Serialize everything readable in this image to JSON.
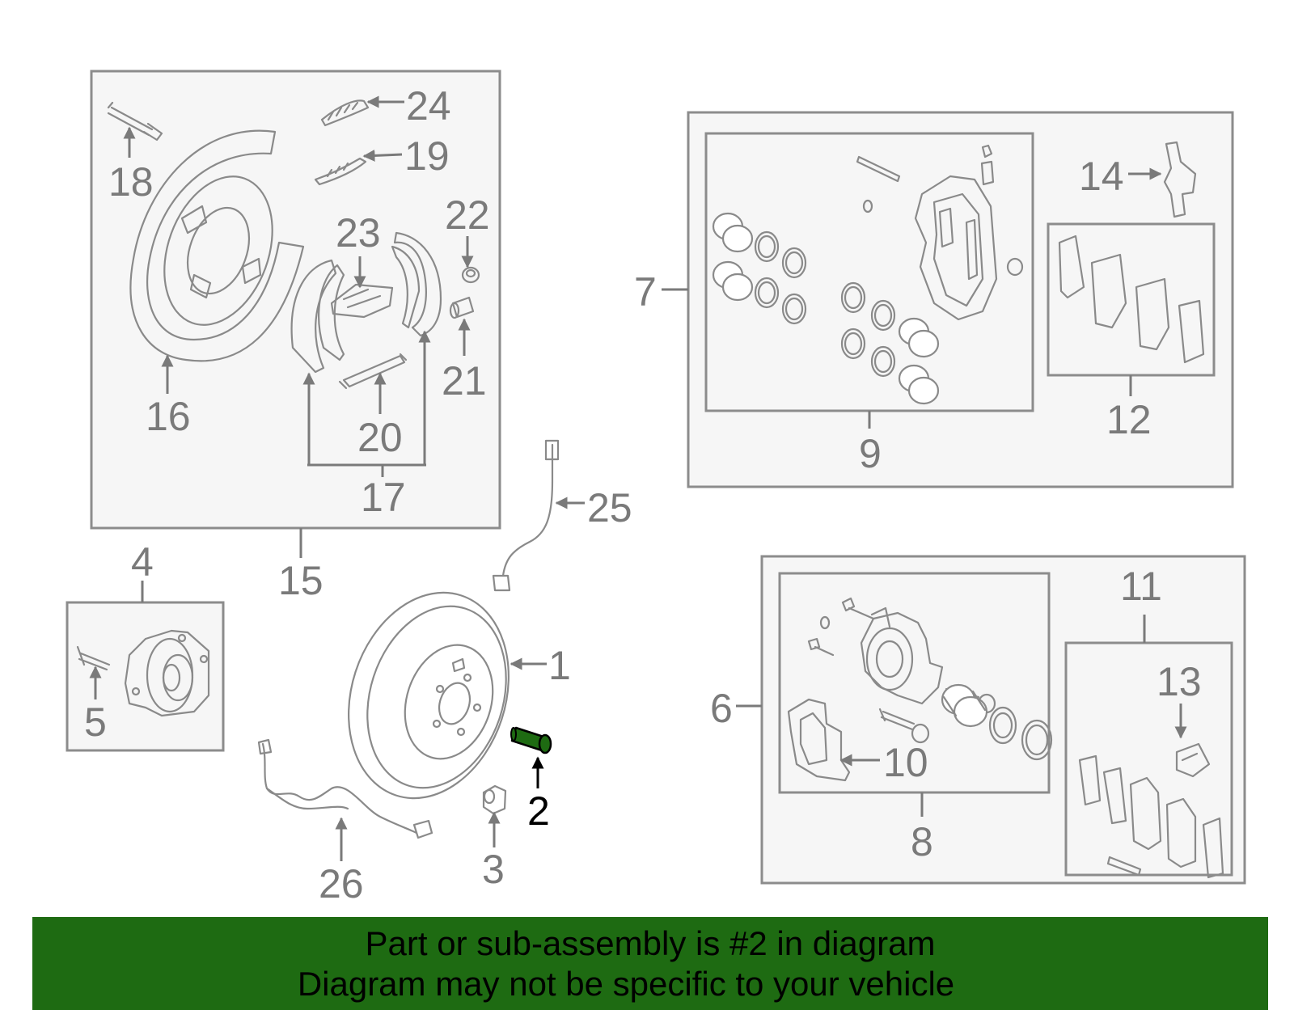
{
  "diagram": {
    "highlighted_part": "2",
    "highlight_color": "#1e6b12",
    "labels": {
      "l1": "1",
      "l2": "2",
      "l3": "3",
      "l4": "4",
      "l5": "5",
      "l6": "6",
      "l7": "7",
      "l8": "8",
      "l9": "9",
      "l10": "10",
      "l11": "11",
      "l12": "12",
      "l13": "13",
      "l14": "14",
      "l15": "15",
      "l16": "16",
      "l17": "17",
      "l18": "18",
      "l19": "19",
      "l20": "20",
      "l21": "21",
      "l22": "22",
      "l23": "23",
      "l24": "24",
      "l25": "25",
      "l26": "26"
    }
  },
  "footer": {
    "background": "#1e6b12",
    "line1": "Part or sub-assembly is #2 in diagram",
    "line2": "Diagram may not be specific to your vehicle"
  }
}
